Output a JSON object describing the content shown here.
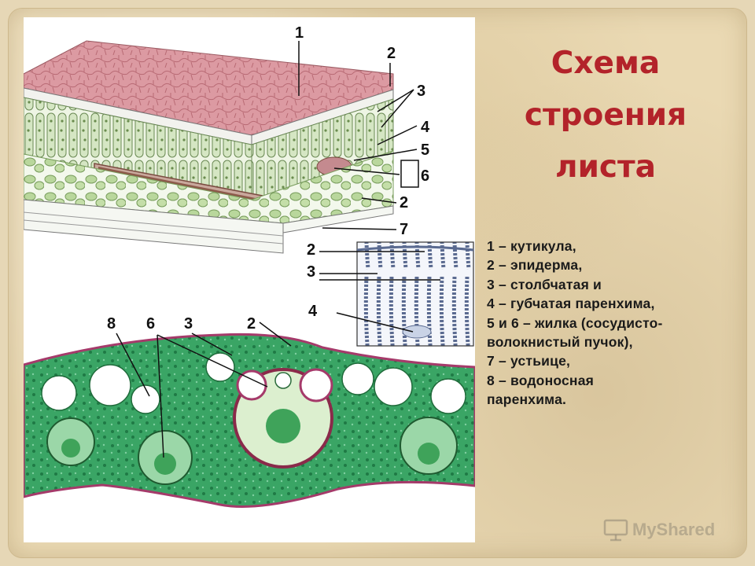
{
  "title_lines": [
    "Схема",
    "строения",
    "листа"
  ],
  "legend": [
    "1 – кутикула,",
    "2 – эпидерма,",
    "3 – столбчатая и",
    "4 – губчатая паренхима,",
    "5 и 6 – жилка (сосудисто-",
    "волокнистый пучок),",
    "7 – устьице,",
    "8 – водоносная",
    "паренхима."
  ],
  "top_labels": [
    "1",
    "2",
    "3",
    "4",
    "5",
    "6",
    "2",
    "7"
  ],
  "inset_labels": [
    "2",
    "3",
    "4"
  ],
  "bottom_labels": [
    "8",
    "6",
    "3",
    "2"
  ],
  "watermark": "MyShared",
  "colors": {
    "title": "#b3232a",
    "cuticle": "#e0a0a8",
    "tissue_green": "#2f9a58",
    "cell_light": "#dcebd2"
  }
}
